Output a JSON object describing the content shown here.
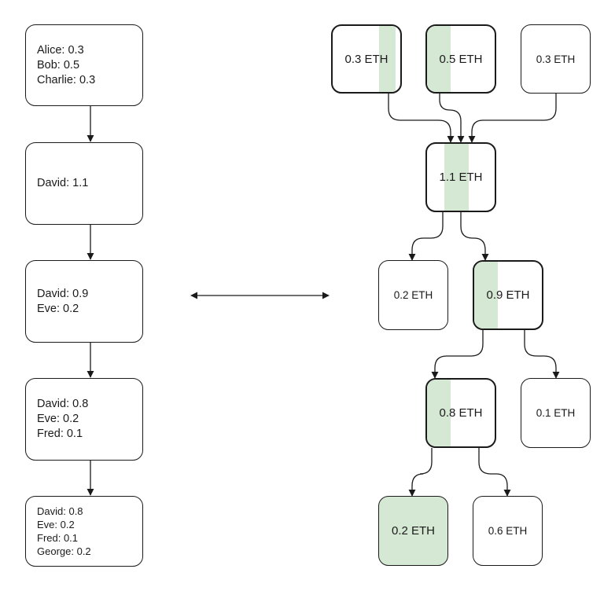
{
  "account_states": [
    {
      "lines": [
        "Alice: 0.3",
        "Bob: 0.5",
        "Charlie: 0.3"
      ]
    },
    {
      "lines": [
        "David: 1.1"
      ]
    },
    {
      "lines": [
        "David: 0.9",
        "Eve: 0.2"
      ]
    },
    {
      "lines": [
        "David: 0.8",
        "Eve: 0.2",
        "Fred: 0.1"
      ]
    },
    {
      "lines": [
        "David: 0.8",
        "Eve: 0.2",
        "Fred: 0.1",
        "George: 0.2"
      ]
    }
  ],
  "utxo_nodes": {
    "in_a": {
      "label": "0.3 ETH"
    },
    "in_b": {
      "label": "0.5 ETH"
    },
    "in_c": {
      "label": "0.3 ETH"
    },
    "merge": {
      "label": "1.1 ETH"
    },
    "out_02a": {
      "label": "0.2 ETH"
    },
    "out_09": {
      "label": "0.9 ETH"
    },
    "out_08": {
      "label": "0.8 ETH"
    },
    "out_01": {
      "label": "0.1 ETH"
    },
    "out_02b": {
      "label": "0.2 ETH"
    },
    "out_06": {
      "label": "0.6 ETH"
    }
  },
  "colors": {
    "highlight": "#d5e8d4",
    "stroke": "#1a1a1a"
  }
}
